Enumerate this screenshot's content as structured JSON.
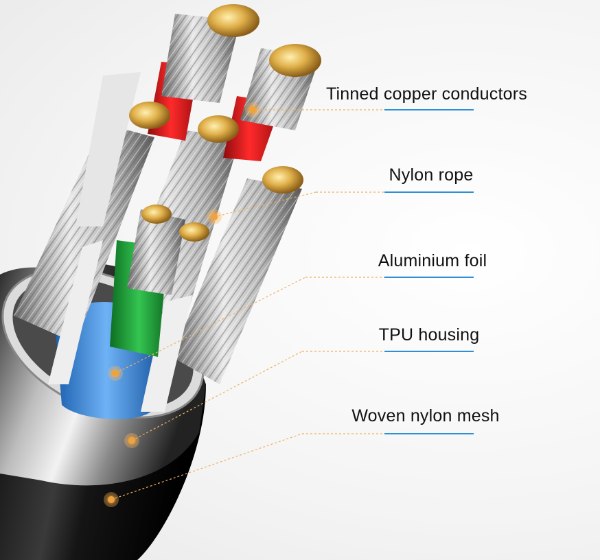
{
  "colors": {
    "accent_line": "#2f8fd6",
    "leader_line": "#f0b060",
    "red_insulation": "#e0151a",
    "green_insulation": "#1fa33a",
    "blue_insulation": "#2f8fe0",
    "copper": "#c99a3a",
    "jacket": "#1a1a1a"
  },
  "callouts": [
    {
      "text": "Tinned copper conductors",
      "icon": "marker-dot-icon"
    },
    {
      "text": "Nylon rope",
      "icon": "marker-dot-icon"
    },
    {
      "text": "Aluminium foil",
      "icon": "marker-dot-icon"
    },
    {
      "text": "TPU housing",
      "icon": "marker-dot-icon"
    },
    {
      "text": "Woven nylon mesh",
      "icon": "marker-dot-icon"
    }
  ]
}
